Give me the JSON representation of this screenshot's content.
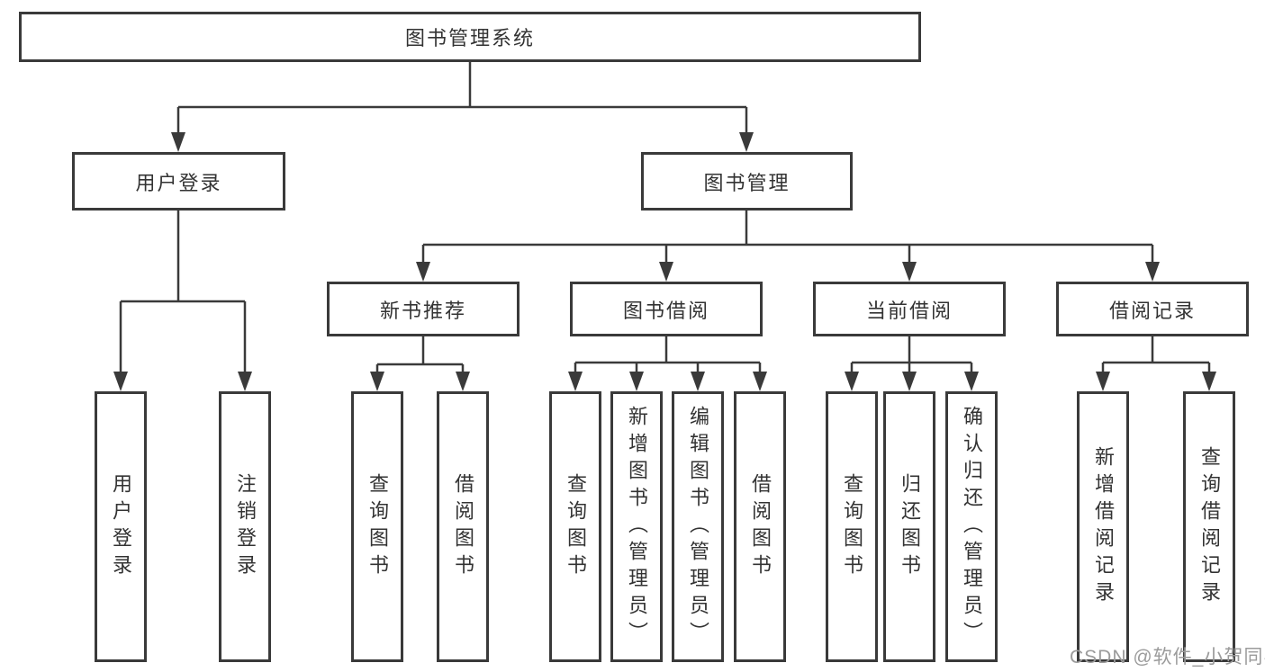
{
  "tree": {
    "label": "图书管理系统",
    "children": [
      {
        "label": "用户登录",
        "children": [
          {
            "label": "用户登录"
          },
          {
            "label": "注销登录"
          }
        ]
      },
      {
        "label": "图书管理",
        "children": [
          {
            "label": "新书推荐",
            "children": [
              {
                "label": "查询图书"
              },
              {
                "label": "借阅图书"
              }
            ]
          },
          {
            "label": "图书借阅",
            "children": [
              {
                "label": "查询图书"
              },
              {
                "label": "新增图书（管理员）"
              },
              {
                "label": "编辑图书（管理员）"
              },
              {
                "label": "借阅图书"
              }
            ]
          },
          {
            "label": "当前借阅",
            "children": [
              {
                "label": "查询图书"
              },
              {
                "label": "归还图书"
              },
              {
                "label": "确认归还（管理员）"
              }
            ]
          },
          {
            "label": "借阅记录",
            "children": [
              {
                "label": "新增借阅记录"
              },
              {
                "label": "查询借阅记录"
              }
            ]
          }
        ]
      }
    ]
  },
  "watermark": "CSDN @软件_小贺同学",
  "colors": {
    "line": "#3a3a3a",
    "text": "#333333",
    "watermark": "#9b9b9b",
    "background": "#ffffff"
  }
}
